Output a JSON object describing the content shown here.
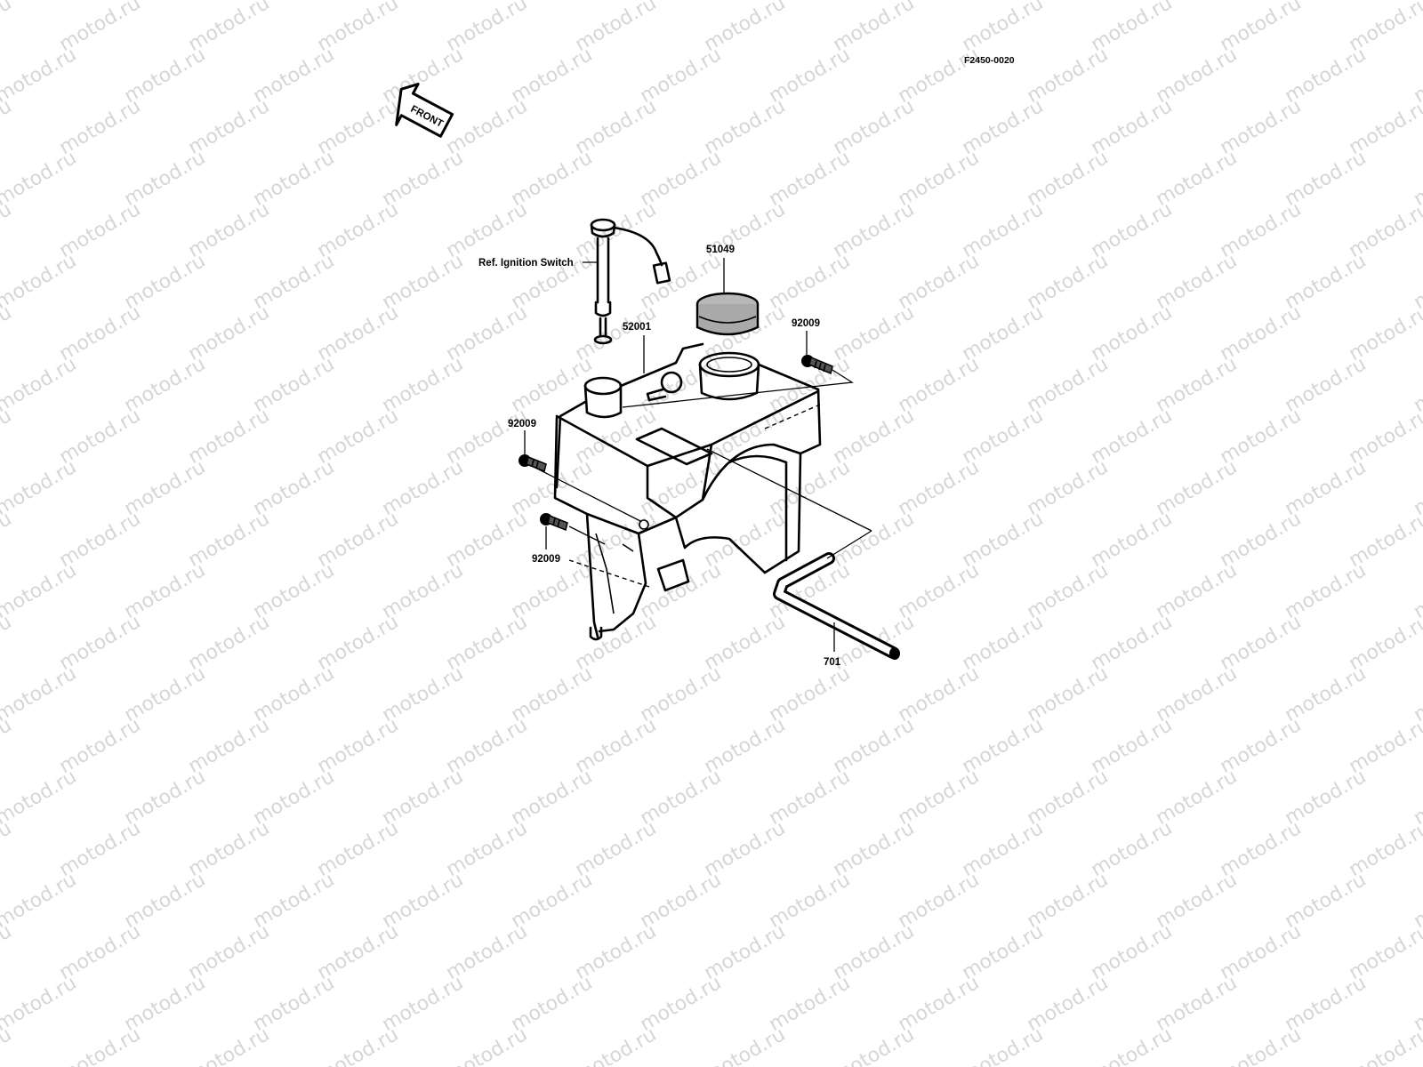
{
  "figure_code": "F2450-0020",
  "front_arrow_label": "FRONT",
  "watermark_text": "motod.ru",
  "callouts": {
    "ignition_ref": "Ref. Ignition Switch",
    "tank": "52001",
    "filter": "51049",
    "bolt_right": "92009",
    "bolt_left_upper": "92009",
    "bolt_left_lower": "92009",
    "hose": "701"
  }
}
